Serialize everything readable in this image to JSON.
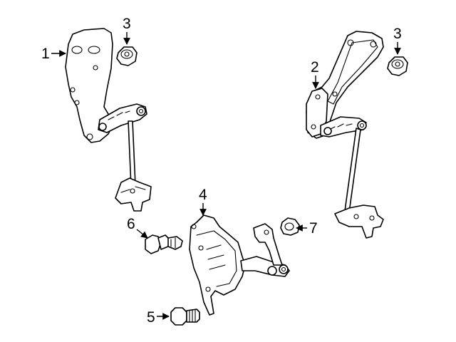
{
  "callouts": {
    "c1": "1",
    "c2": "2",
    "c3a": "3",
    "c3b": "3",
    "c4": "4",
    "c5": "5",
    "c6": "6",
    "c7": "7"
  },
  "colors": {
    "line": "#000000",
    "background": "#ffffff",
    "shade": "#e8e8e8"
  }
}
